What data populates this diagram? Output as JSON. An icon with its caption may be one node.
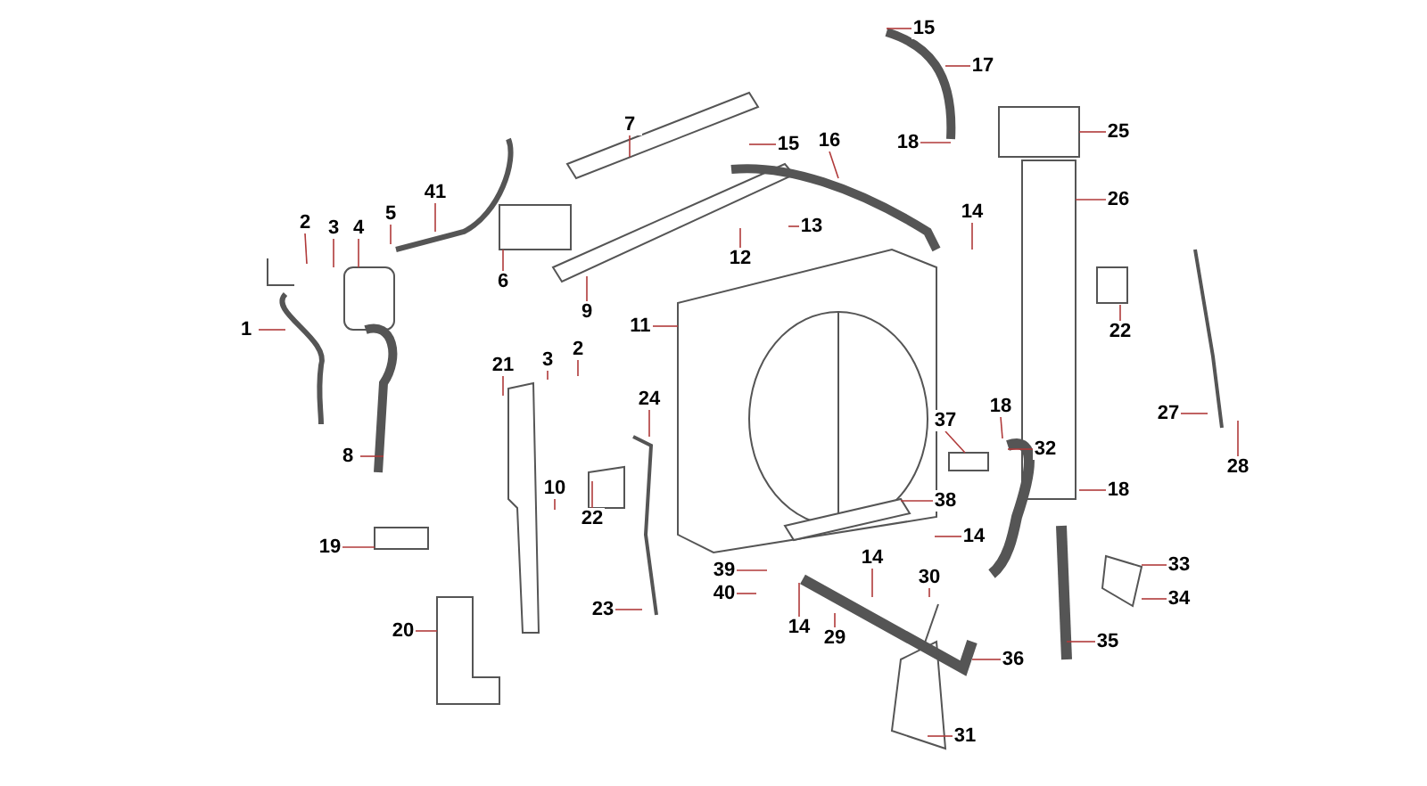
{
  "diagram": {
    "nodes": [
      {
        "text": [
          "15"
        ]
      },
      {
        "text": [
          "17"
        ]
      },
      {
        "text": [
          "7"
        ]
      },
      {
        "text": [
          "25"
        ]
      },
      {
        "text": [
          "16"
        ]
      },
      {
        "text": [
          "18"
        ]
      },
      {
        "text": [
          "15"
        ]
      },
      {
        "text": [
          "41"
        ]
      },
      {
        "text": [
          "26"
        ]
      },
      {
        "text": [
          "5"
        ]
      },
      {
        "text": [
          "14"
        ]
      },
      {
        "text": [
          "2"
        ]
      },
      {
        "text": [
          "13"
        ]
      },
      {
        "text": [
          "3"
        ]
      },
      {
        "text": [
          "4"
        ]
      },
      {
        "text": [
          "12"
        ]
      },
      {
        "text": [
          "6"
        ]
      },
      {
        "text": [
          "9"
        ]
      },
      {
        "text": [
          "11"
        ]
      },
      {
        "text": [
          "1"
        ]
      },
      {
        "text": [
          "22"
        ]
      },
      {
        "text": [
          "2"
        ]
      },
      {
        "text": [
          "3"
        ]
      },
      {
        "text": [
          "21"
        ]
      },
      {
        "text": [
          "24"
        ]
      },
      {
        "text": [
          "18"
        ]
      },
      {
        "text": [
          "27"
        ]
      },
      {
        "text": [
          "37"
        ]
      },
      {
        "text": [
          "32"
        ]
      },
      {
        "text": [
          "8"
        ]
      },
      {
        "text": [
          "28"
        ]
      },
      {
        "text": [
          "10"
        ]
      },
      {
        "text": [
          "18"
        ]
      },
      {
        "text": [
          "38"
        ]
      },
      {
        "text": [
          "22"
        ]
      },
      {
        "text": [
          "14"
        ]
      },
      {
        "text": [
          "19"
        ]
      },
      {
        "text": [
          "14"
        ]
      },
      {
        "text": [
          "33"
        ]
      },
      {
        "text": [
          "39"
        ]
      },
      {
        "text": [
          "30"
        ]
      },
      {
        "text": [
          "40"
        ]
      },
      {
        "text": [
          "34"
        ]
      },
      {
        "text": [
          "23"
        ]
      },
      {
        "text": [
          "14"
        ]
      },
      {
        "text": [
          "20"
        ]
      },
      {
        "text": [
          "29"
        ]
      },
      {
        "text": [
          "35"
        ]
      },
      {
        "text": [
          "36"
        ]
      },
      {
        "text": [
          "31"
        ]
      }
    ],
    "edges": [
      {
        "from": 0,
        "to": null,
        "arrow": "none"
      },
      {
        "from": 1,
        "to": null,
        "arrow": "none"
      },
      {
        "from": 2,
        "to": null,
        "arrow": "none"
      },
      {
        "from": 3,
        "to": null,
        "arrow": "none"
      },
      {
        "from": 4,
        "to": null,
        "arrow": "none"
      },
      {
        "from": 5,
        "to": null,
        "arrow": "none"
      },
      {
        "from": 6,
        "to": null,
        "arrow": "none"
      },
      {
        "from": 7,
        "to": null,
        "arrow": "none"
      },
      {
        "from": 8,
        "to": null,
        "arrow": "none"
      },
      {
        "from": 9,
        "to": null,
        "arrow": "none"
      },
      {
        "from": 10,
        "to": null,
        "arrow": "none"
      },
      {
        "from": 11,
        "to": null,
        "arrow": "none"
      },
      {
        "from": 12,
        "to": null,
        "arrow": "none"
      },
      {
        "from": 13,
        "to": null,
        "arrow": "none"
      },
      {
        "from": 14,
        "to": null,
        "arrow": "none"
      },
      {
        "from": 15,
        "to": null,
        "arrow": "none"
      },
      {
        "from": 16,
        "to": null,
        "arrow": "none"
      },
      {
        "from": 17,
        "to": null,
        "arrow": "none"
      },
      {
        "from": 18,
        "to": null,
        "arrow": "none"
      },
      {
        "from": 19,
        "to": null,
        "arrow": "none"
      },
      {
        "from": 20,
        "to": null,
        "arrow": "none"
      },
      {
        "from": 21,
        "to": null,
        "arrow": "none"
      },
      {
        "from": 22,
        "to": null,
        "arrow": "none"
      },
      {
        "from": 23,
        "to": null,
        "arrow": "none"
      },
      {
        "from": 24,
        "to": null,
        "arrow": "none"
      },
      {
        "from": 25,
        "to": null,
        "arrow": "none"
      },
      {
        "from": 26,
        "to": null,
        "arrow": "none"
      },
      {
        "from": 27,
        "to": null,
        "arrow": "none"
      },
      {
        "from": 28,
        "to": null,
        "arrow": "none"
      },
      {
        "from": 29,
        "to": null,
        "arrow": "none"
      },
      {
        "from": 30,
        "to": null,
        "arrow": "none"
      },
      {
        "from": 31,
        "to": null,
        "arrow": "none"
      },
      {
        "from": 32,
        "to": null,
        "arrow": "none"
      },
      {
        "from": 33,
        "to": null,
        "arrow": "none"
      },
      {
        "from": 34,
        "to": null,
        "arrow": "none"
      },
      {
        "from": 35,
        "to": null,
        "arrow": "none"
      },
      {
        "from": 36,
        "to": null,
        "arrow": "none"
      },
      {
        "from": 37,
        "to": null,
        "arrow": "none"
      },
      {
        "from": 38,
        "to": null,
        "arrow": "none"
      },
      {
        "from": 39,
        "to": null,
        "arrow": "none"
      },
      {
        "from": 40,
        "to": null,
        "arrow": "none"
      },
      {
        "from": 41,
        "to": null,
        "arrow": "none"
      },
      {
        "from": 42,
        "to": null,
        "arrow": "none"
      },
      {
        "from": 43,
        "to": null,
        "arrow": "none"
      },
      {
        "from": 44,
        "to": null,
        "arrow": "none"
      },
      {
        "from": 45,
        "to": null,
        "arrow": "none"
      },
      {
        "from": 46,
        "to": null,
        "arrow": "none"
      },
      {
        "from": 47,
        "to": null,
        "arrow": "none"
      },
      {
        "from": 48,
        "to": null,
        "arrow": "none"
      },
      {
        "from": 49,
        "to": null,
        "arrow": "none"
      }
    ]
  }
}
